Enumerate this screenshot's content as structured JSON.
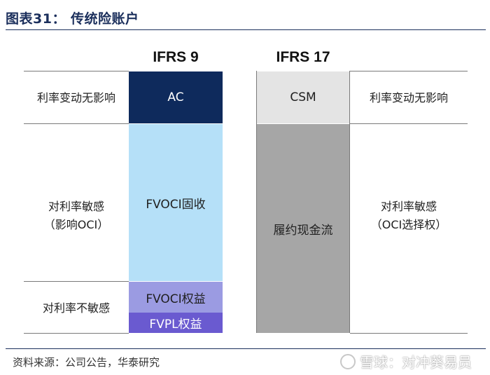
{
  "figure": {
    "title": "图表31： 传统险账户",
    "source": "资料来源：公司公告，华泰研究",
    "watermark": "雪球：对冲葵易员"
  },
  "columns": {
    "ifrs9": "IFRS 9",
    "ifrs17": "IFRS 17"
  },
  "ifrs9_boxes": {
    "ac": "AC",
    "fvoci_income": "FVOCI固收",
    "fvoci_equity": "FVOCI权益",
    "fvpl_equity": "FVPL权益"
  },
  "ifrs17_boxes": {
    "csm": "CSM",
    "fulfilment_cf": "履约现金流"
  },
  "left_labels": {
    "no_impact": "利率变动无影响",
    "sensitive_line1": "对利率敏感",
    "sensitive_line2": "（影响OCI）",
    "insensitive": "对利率不敏感"
  },
  "right_labels": {
    "no_impact": "利率变动无影响",
    "sensitive_line1": "对利率敏感",
    "sensitive_line2": "（OCI选择权）"
  },
  "colors": {
    "ac": "#0e2a5c",
    "fvoci_income": "#b5e0f8",
    "fvoci_equity": "#9b9be2",
    "fvpl_equity": "#6a5ad0",
    "csm": "#e4e4e4",
    "fulfilment_cf": "#a6a6a6"
  }
}
